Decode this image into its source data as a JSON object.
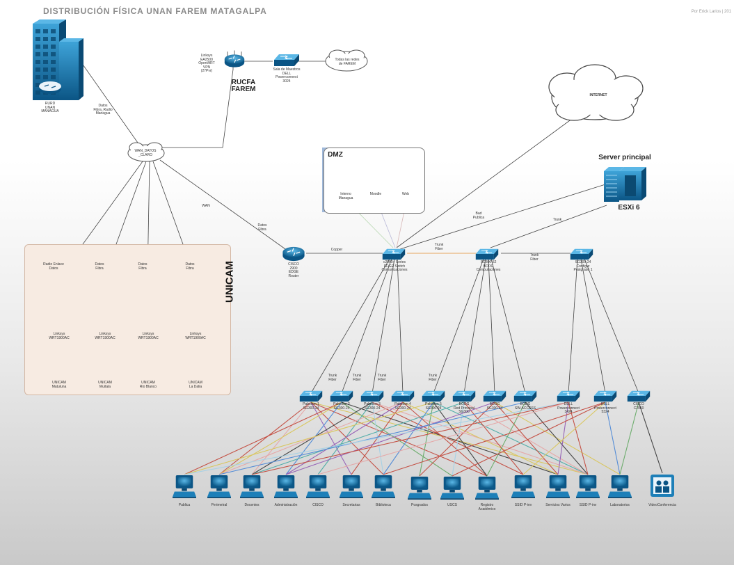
{
  "header": {
    "title": "DISTRIBUCIÓN FÍSICA UNAN FAREM MATAGALPA",
    "author": "Por Erick Larios | 201"
  },
  "top": {
    "rurd_label": "RURD\nUNAN\nMANAGUA",
    "link_rurd": "Datos\nFibra_Radio\nManagua",
    "wan_cloud": "WAN_DATOS\n_CLARO",
    "rucfa_label": "RUCFA\nFAREM",
    "linksys_label": "Linksys\nEA2500\nOpenWRT\nVPN\n(27Pvr)",
    "sala_label": "Sala de Maestros\nDELL\nPowerconnect\n3024",
    "cloud_all_nets": "Todas las redes\nde FAREM",
    "internet": "INTERNET"
  },
  "links": {
    "wan": "WAN",
    "datos_fibra": "Datos\nFibra",
    "copper": "Copper",
    "trunk_fiber_1": "Trunk\nFiber",
    "trunk_fiber_2": "Trunk\nFiber",
    "bad_publica": "Bad\nPublica",
    "trunk": "Trunk"
  },
  "dmz": {
    "title": "DMZ",
    "servers": [
      "Interno\nManagua",
      "Moodle",
      "Web"
    ]
  },
  "server": {
    "title": "Server principal",
    "esxi": "ESXi 6"
  },
  "core": {
    "router": "CISCO\n2900\nEDGE\nRouter",
    "s1": "c2960+ Series\nEDGE Switch\nComunicaciones",
    "s2": "SG300-52\nBODG\nComputaciones",
    "s3": "SG300-24\nConfigur\nPostgrado 1"
  },
  "unicam": {
    "title": "UNICAM",
    "sites": [
      {
        "link": "Radio Enlace\nDatos",
        "router2": "Linksys\nWRT1900AC",
        "pc": "UNICAM\nMatuluna"
      },
      {
        "link": "Datos\nFibra",
        "router2": "Linksys\nWRT1900AC",
        "pc": "UNICAM\nMuitala"
      },
      {
        "link": "Datos\nFibra",
        "router2": "Linksys\nWRT1900AC",
        "pc": "UNICAM\nRio Blanco"
      },
      {
        "link": "Datos\nFibra",
        "router2": "Linksys\nWRT1900AC",
        "pc": "UNICAM\nLa Dalia"
      }
    ]
  },
  "access_switches": [
    {
      "label": "Pabellon 1\nSG300-24"
    },
    {
      "label": "Pabellon 2\nSG300-24"
    },
    {
      "label": "Pabellon 3\nSG300-24"
    },
    {
      "label": "Pabellon 4\nSG300-24"
    },
    {
      "label": "Pabellon 5\nSG300-24"
    },
    {
      "label": "BODG\nRed Principal\nSG300"
    },
    {
      "label": "BODG\nSG300-24"
    },
    {
      "label": "BODG\nSW-ACCESS"
    },
    {
      "label": "DELL\nPowerconnect\n3424"
    },
    {
      "label": "DELL\nPowerconnect\n5324"
    },
    {
      "label": "CISCO\nC2960"
    }
  ],
  "trunk_labels": [
    "Trunk\nFiber",
    "Trunk\nFiber",
    "Trunk\nFiber",
    "Trunk\nFiber"
  ],
  "endpoints": [
    "Publica",
    "Perimetral",
    "Docentes",
    "Administración",
    "CISCO",
    "Secretarias",
    "Biblioteca",
    "Posgrados",
    "USCS",
    "Registro\nAcadémico",
    "SSID P-inv",
    "Servicios Varios",
    "SSID P-inv",
    "Laboratorios",
    "VideoConferencia"
  ],
  "colors": {
    "cisco_blue": "#1d7fb8",
    "dark_blue": "#0d5c8c",
    "unicam_bg": "#f7ebe2",
    "line_red": "#c0392b",
    "line_dark": "#2a2a2a"
  }
}
